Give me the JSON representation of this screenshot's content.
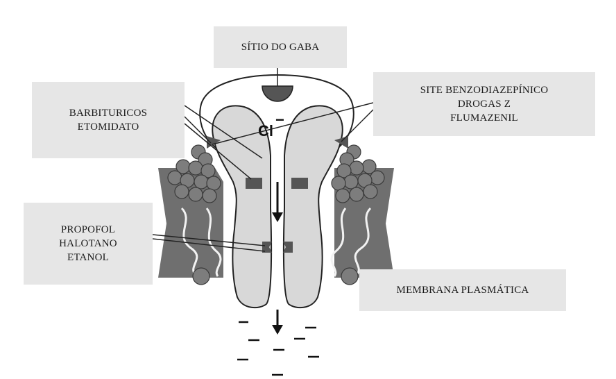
{
  "labels": {
    "gaba_site": "SÍTIO DO GABA",
    "barbiturates": [
      "BARBITURICOS",
      "ETOMIDATO"
    ],
    "benzodiazepine": [
      "SITE BENZODIAZEPÍNICO",
      "DROGAS Z",
      "FLUMAZENIL"
    ],
    "propofol": [
      "PROPOFOL",
      "HALOTANO",
      "ETANOL"
    ],
    "membrane": "MEMBRANA PLASMÁTICA",
    "ion": "Cl",
    "ion_charge": "−"
  },
  "colors": {
    "membrane": "#6f6f6f",
    "bead": "#7d7d7d",
    "subunit": "#d8d8d8",
    "outline": "#222222",
    "label_bg": "#e6e6e6"
  }
}
